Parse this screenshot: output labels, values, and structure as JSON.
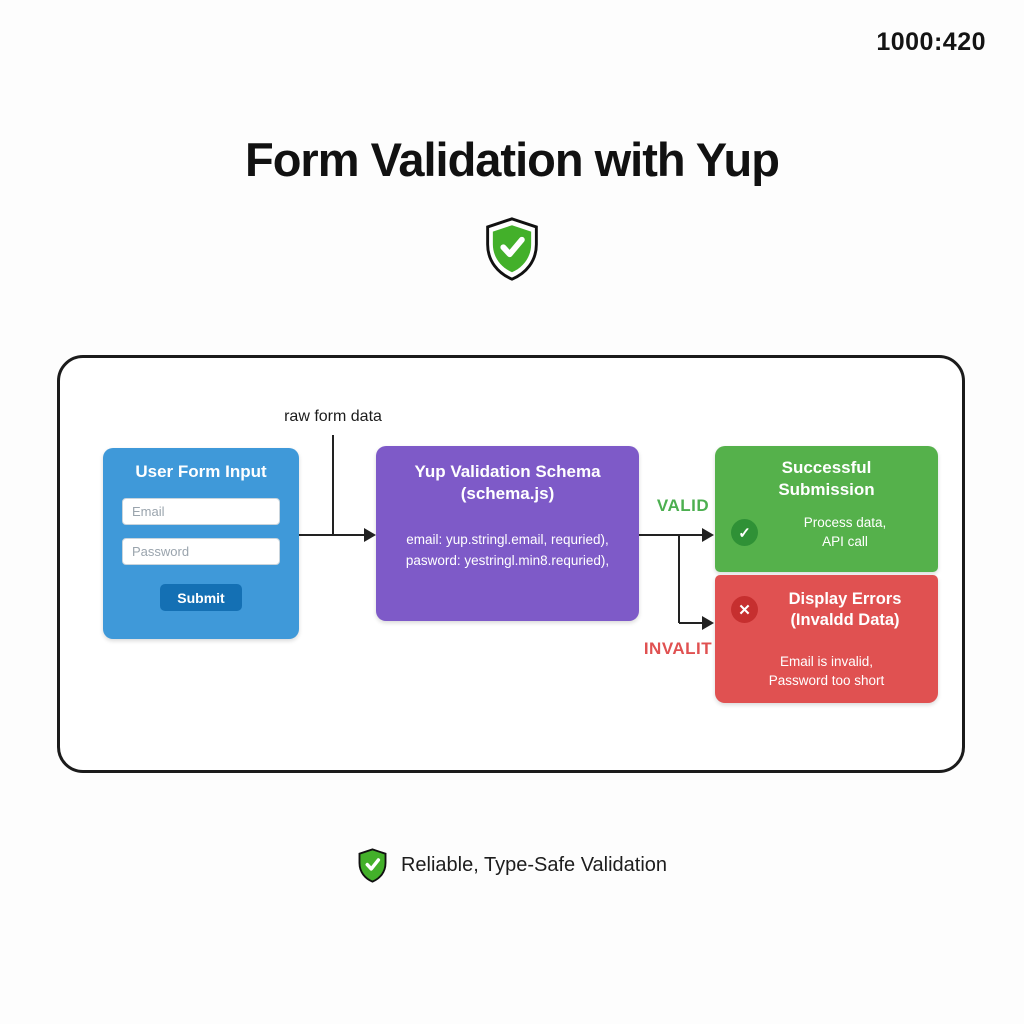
{
  "meta": {
    "ratio_label": "1000:420"
  },
  "header": {
    "title": "Form Validation with Yup"
  },
  "diagram": {
    "raw_label": "raw form data",
    "form": {
      "title": "User Form Input",
      "email_placeholder": "Email",
      "password_placeholder": "Password",
      "submit_label": "Submit"
    },
    "schema": {
      "title": "Yup Validation Schema\n(schema.js)",
      "code": "email: yup.stringl.email, requried),\npasword: yestringl.min8.requried),"
    },
    "valid_label": "VALID",
    "invalid_label": "INVALIT",
    "success": {
      "title": "Successful\nSubmission",
      "body": "Process data,\nAPI call",
      "icon": "check-icon",
      "icon_glyph": "✓"
    },
    "errors": {
      "title": "Display Errors\n(Invaldd Data)",
      "body": "Email is invalid,\nPassword too short",
      "icon": "x-icon",
      "icon_glyph": "✕"
    }
  },
  "footer": {
    "tagline": "Reliable, Type-Safe Validation"
  },
  "colors": {
    "form_blue": "#3f99d9",
    "submit_blue": "#1470b4",
    "schema_purple": "#7e5ac8",
    "success_green": "#55b14b",
    "error_red": "#e05151",
    "valid_green": "#4caf50",
    "shield_green": "#43b02a",
    "line_black": "#222222"
  }
}
